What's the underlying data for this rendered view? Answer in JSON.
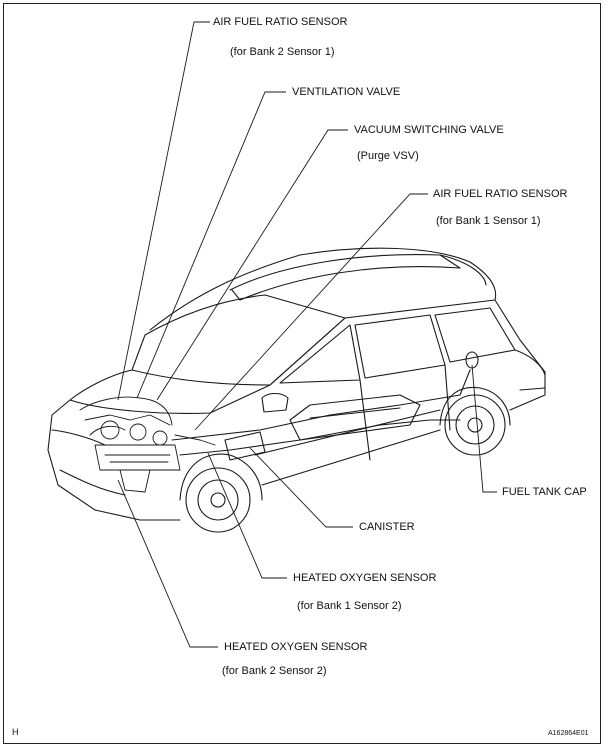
{
  "labels": [
    {
      "name": "air-fuel-ratio-sensor-bank2-label",
      "title": "AIR FUEL RATIO SENSOR",
      "sub": "(for Bank 2 Sensor 1)"
    },
    {
      "name": "ventilation-valve-label",
      "title": "VENTILATION VALVE",
      "sub": ""
    },
    {
      "name": "vacuum-switching-valve-label",
      "title": "VACUUM SWITCHING VALVE",
      "sub": "(Purge VSV)"
    },
    {
      "name": "air-fuel-ratio-sensor-bank1-label",
      "title": "AIR FUEL RATIO SENSOR",
      "sub": "(for Bank 1 Sensor 1)"
    },
    {
      "name": "fuel-tank-cap-label",
      "title": "FUEL TANK CAP",
      "sub": ""
    },
    {
      "name": "canister-label",
      "title": "CANISTER",
      "sub": ""
    },
    {
      "name": "heated-oxygen-sensor-bank1-label",
      "title": "HEATED OXYGEN SENSOR",
      "sub": "(for Bank 1 Sensor 2)"
    },
    {
      "name": "heated-oxygen-sensor-bank2-label",
      "title": "HEATED OXYGEN SENSOR",
      "sub": "(for Bank 2 Sensor 2)"
    }
  ],
  "corner_left": "H",
  "corner_right": "A162864E01",
  "colors": {
    "line": "#1a1a1a",
    "background": "#ffffff"
  }
}
